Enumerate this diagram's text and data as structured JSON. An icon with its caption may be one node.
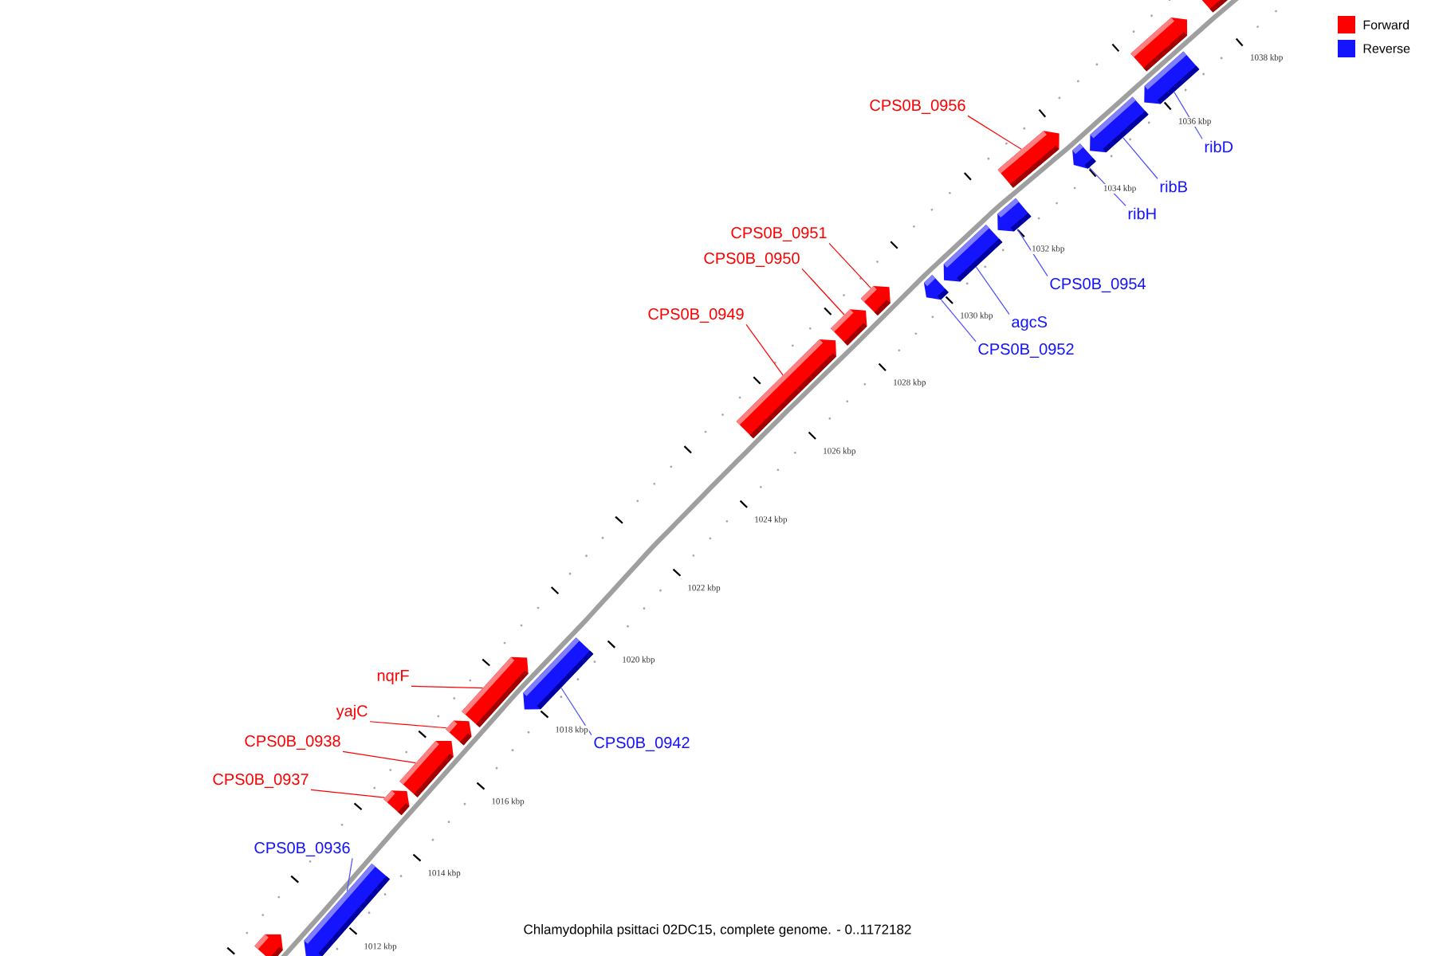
{
  "diagram": {
    "caption": "Chlamydophila psittaci 02DC15, complete genome. - 0..1172182",
    "nodes": [
      {
        "text": [],
        "shape": "arrow"
      },
      {
        "text": [],
        "shape": "arrow"
      },
      {
        "text": [
          "CPS0B_0956"
        ]
      },
      {
        "text": [],
        "shape": "arrow"
      },
      {
        "text": [
          "ribD"
        ]
      },
      {
        "text": [],
        "shape": "arrow"
      },
      {
        "text": [
          "ribB"
        ]
      },
      {
        "text": [],
        "shape": "arrow"
      },
      {
        "text": [
          "ribH"
        ]
      },
      {
        "text": [],
        "shape": "arrow"
      },
      {
        "text": [
          "CPS0B_0951"
        ]
      },
      {
        "text": [],
        "shape": "arrow"
      },
      {
        "text": [
          "CPS0B_0950"
        ]
      },
      {
        "text": [],
        "shape": "arrow"
      },
      {
        "text": [
          "CPS0B_0954"
        ]
      },
      {
        "text": [],
        "shape": "arrow"
      },
      {
        "text": [
          "CPS0B_0949"
        ]
      },
      {
        "text": [],
        "shape": "arrow"
      },
      {
        "text": [
          "agcS"
        ]
      },
      {
        "text": [],
        "shape": "arrow"
      },
      {
        "text": [
          "CPS0B_0952"
        ]
      },
      {
        "text": [],
        "shape": "arrow"
      },
      {
        "text": [
          "nqrF"
        ]
      },
      {
        "text": [],
        "shape": "arrow"
      },
      {
        "text": [
          "yajC"
        ]
      },
      {
        "text": [],
        "shape": "arrow"
      },
      {
        "text": [
          "CPS0B_0938"
        ]
      },
      {
        "text": [],
        "shape": "arrow"
      },
      {
        "text": [
          "CPS0B_0942"
        ]
      },
      {
        "text": [],
        "shape": "arrow"
      },
      {
        "text": [
          "CPS0B_0937"
        ]
      },
      {
        "text": [],
        "shape": "arrow"
      },
      {
        "text": [
          "CPS0B_0936"
        ]
      },
      {
        "text": [],
        "shape": "arrow"
      },
      {
        "text": [],
        "shape": "arrow"
      }
    ],
    "edges": [
      {
        "from": 2,
        "to": 3,
        "arrow": "none",
        "color": "#ff0000"
      },
      {
        "from": 4,
        "to": 5,
        "arrow": "none",
        "color": "#4d4dff"
      },
      {
        "from": 6,
        "to": 7,
        "arrow": "none",
        "color": "#4d4dff"
      },
      {
        "from": 8,
        "to": 9,
        "arrow": "none",
        "color": "#4d4dff"
      },
      {
        "from": 10,
        "to": 11,
        "arrow": "none",
        "color": "#ff0000"
      },
      {
        "from": 12,
        "to": 13,
        "arrow": "none",
        "color": "#ff0000"
      },
      {
        "from": 14,
        "to": 15,
        "arrow": "none",
        "color": "#4d4dff"
      },
      {
        "from": 16,
        "to": 17,
        "arrow": "none",
        "color": "#ff0000"
      },
      {
        "from": 18,
        "to": 19,
        "arrow": "none",
        "color": "#4d4dff"
      },
      {
        "from": 20,
        "to": 21,
        "arrow": "none",
        "color": "#4d4dff"
      },
      {
        "from": 22,
        "to": 23,
        "arrow": "none",
        "color": "#ff0000"
      },
      {
        "from": 24,
        "to": 25,
        "arrow": "none",
        "color": "#ff0000"
      },
      {
        "from": 26,
        "to": 27,
        "arrow": "none",
        "color": "#ff0000"
      },
      {
        "from": 28,
        "to": 29,
        "arrow": "none",
        "color": "#4d4dff"
      },
      {
        "from": 30,
        "to": 31,
        "arrow": "none",
        "color": "#ff0000"
      },
      {
        "from": 32,
        "to": 33,
        "arrow": "none",
        "color": "#4d4dff"
      }
    ],
    "labels": [
      "1038 kbp",
      "1036 kbp",
      "1034 kbp",
      "1032 kbp",
      "1030 kbp",
      "1028 kbp",
      "1026 kbp",
      "1024 kbp",
      "1022 kbp",
      "1020 kbp",
      "1018 kbp",
      "1016 kbp",
      "1014 kbp",
      "1012 kbp"
    ],
    "legend": [
      {
        "text": "Forward",
        "color": "#ff0000"
      },
      {
        "text": "Reverse",
        "color": "#1414ff"
      }
    ]
  }
}
